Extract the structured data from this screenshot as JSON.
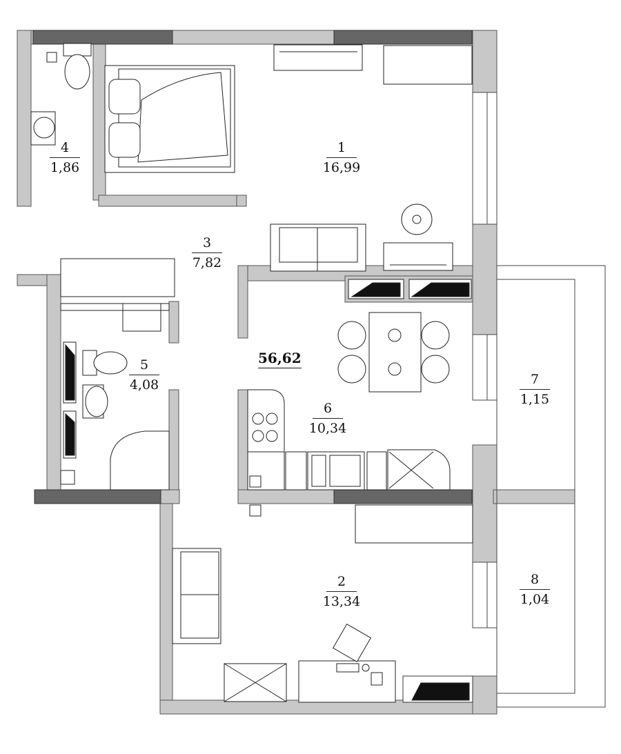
{
  "plan": {
    "total_area": "56,62",
    "rooms": [
      {
        "number": "1",
        "area": "16,99"
      },
      {
        "number": "2",
        "area": "13,34"
      },
      {
        "number": "3",
        "area": "7,82"
      },
      {
        "number": "4",
        "area": "1,86"
      },
      {
        "number": "5",
        "area": "4,08"
      },
      {
        "number": "6",
        "area": "10,34"
      },
      {
        "number": "7",
        "area": "1,15"
      },
      {
        "number": "8",
        "area": "1,04"
      }
    ]
  },
  "colors": {
    "wall": "#c8c8c8",
    "window_frame": "#666666",
    "line": "#333333",
    "fill_dark": "#111111"
  }
}
